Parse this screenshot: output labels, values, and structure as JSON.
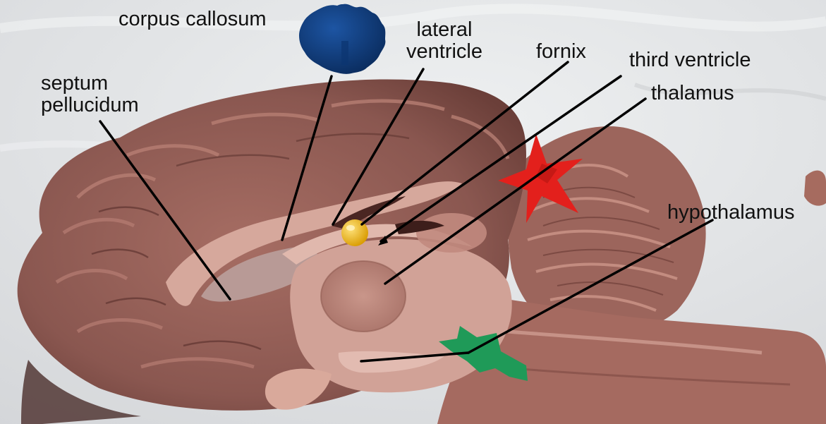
{
  "labels": {
    "corpus_callosum": "corpus callosum",
    "lateral_ventricle": [
      "lateral",
      "ventricle"
    ],
    "fornix": "fornix",
    "third_ventricle": "third ventricle",
    "thalamus": "thalamus",
    "septum_pellucidum": [
      "septum",
      "pellucidum"
    ],
    "hypothalamus": "hypothalamus"
  },
  "colors": {
    "background": "#e6e7e9",
    "tissue": "#8c5a52",
    "tissue_light": "#c79589",
    "tissue_dark": "#5e3631",
    "pin_blue": "#0e3a78",
    "pin_yellow": "#e8b412",
    "pin_red": "#e3201c",
    "pin_green": "#1f9a58",
    "leader_line": "#000000"
  }
}
